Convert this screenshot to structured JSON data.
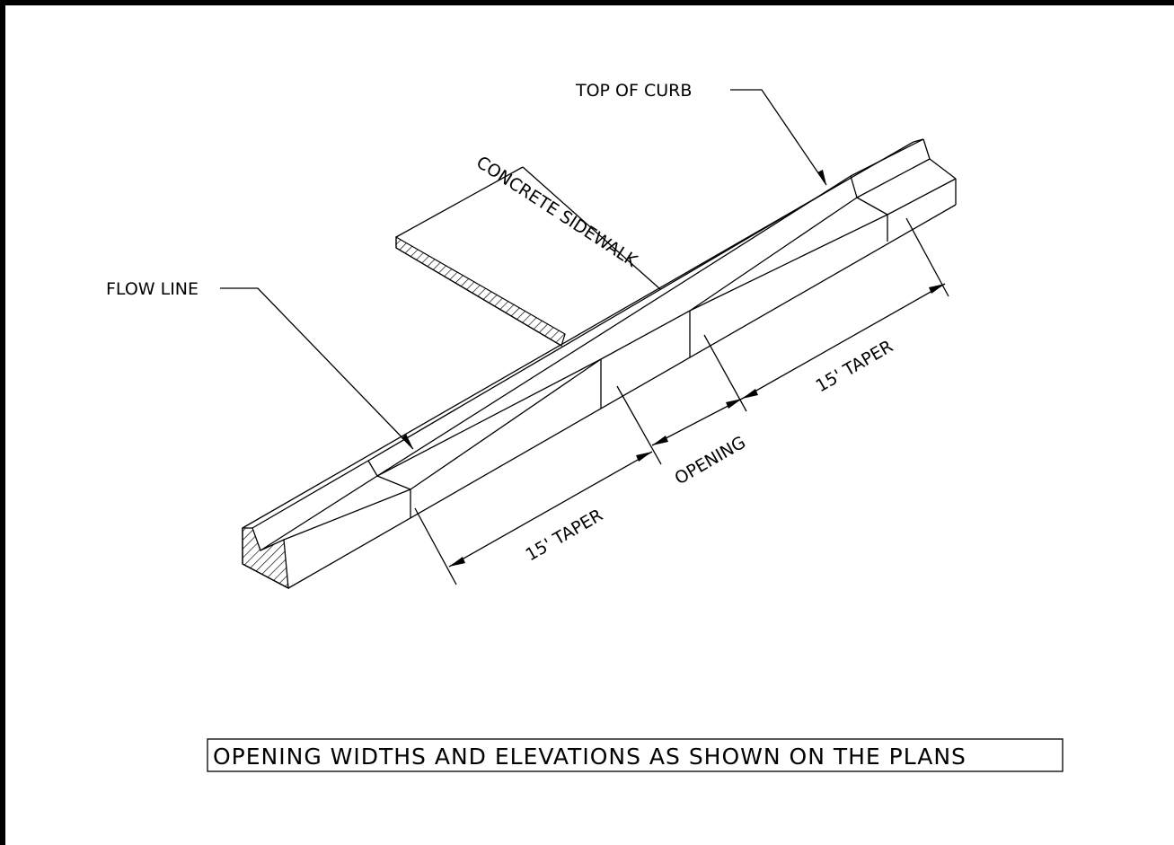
{
  "labels": {
    "top_of_curb": "TOP OF CURB",
    "concrete_sidewalk": "CONCRETE SIDEWALK",
    "flow_line": "FLOW LINE",
    "taper_upper": "15' TAPER",
    "opening": "OPENING",
    "taper_lower": "15' TAPER"
  },
  "note": "OPENING WIDTHS AND ELEVATIONS AS SHOWN ON THE PLANS",
  "line_color": "#000000"
}
